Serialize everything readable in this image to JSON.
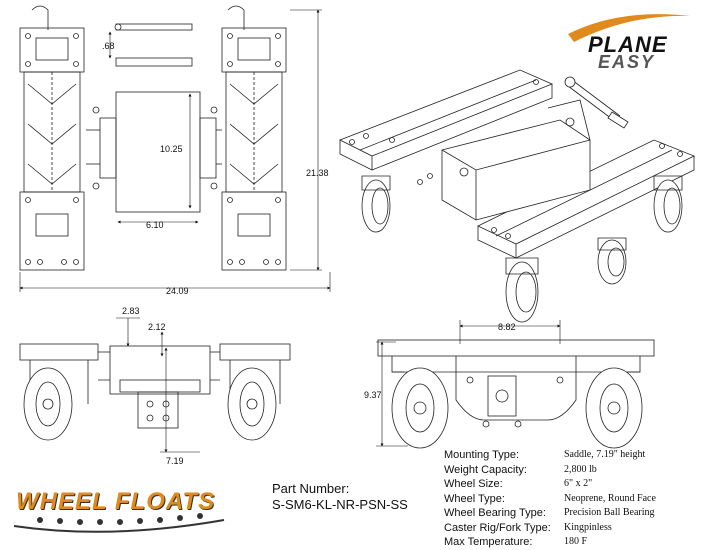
{
  "logo_top": {
    "line1": "PLANE",
    "line2": "EASY",
    "swoosh_color": "#e08a1e"
  },
  "logo_bottom": {
    "text": "WHEEL FLOATS",
    "color": "#e08a1e"
  },
  "dimensions": {
    "d068": ".68",
    "d1025": "10.25",
    "d610": "6.10",
    "d2138": "21.38",
    "d2409": "24.09",
    "d283": "2.83",
    "d212": "2.12",
    "d719": "7.19",
    "d882": "8.82",
    "d937": "9.37"
  },
  "part_number": {
    "label": "Part Number:",
    "value": "S-SM6-KL-NR-PSN-SS"
  },
  "specs": [
    {
      "label": "Mounting Type:",
      "value": "Saddle, 7.19\" height"
    },
    {
      "label": "Weight Capacity:",
      "value": "2,800 lb"
    },
    {
      "label": "Wheel Size:",
      "value": "6\" x 2\""
    },
    {
      "label": "Wheel Type:",
      "value": "Neoprene, Round Face"
    },
    {
      "label": "Wheel Bearing Type:",
      "value": "Precision Ball Bearing"
    },
    {
      "label": "Caster Rig/Fork Type:",
      "value": "Kingpinless"
    },
    {
      "label": "Max Temperature:",
      "value": "180 F"
    }
  ]
}
